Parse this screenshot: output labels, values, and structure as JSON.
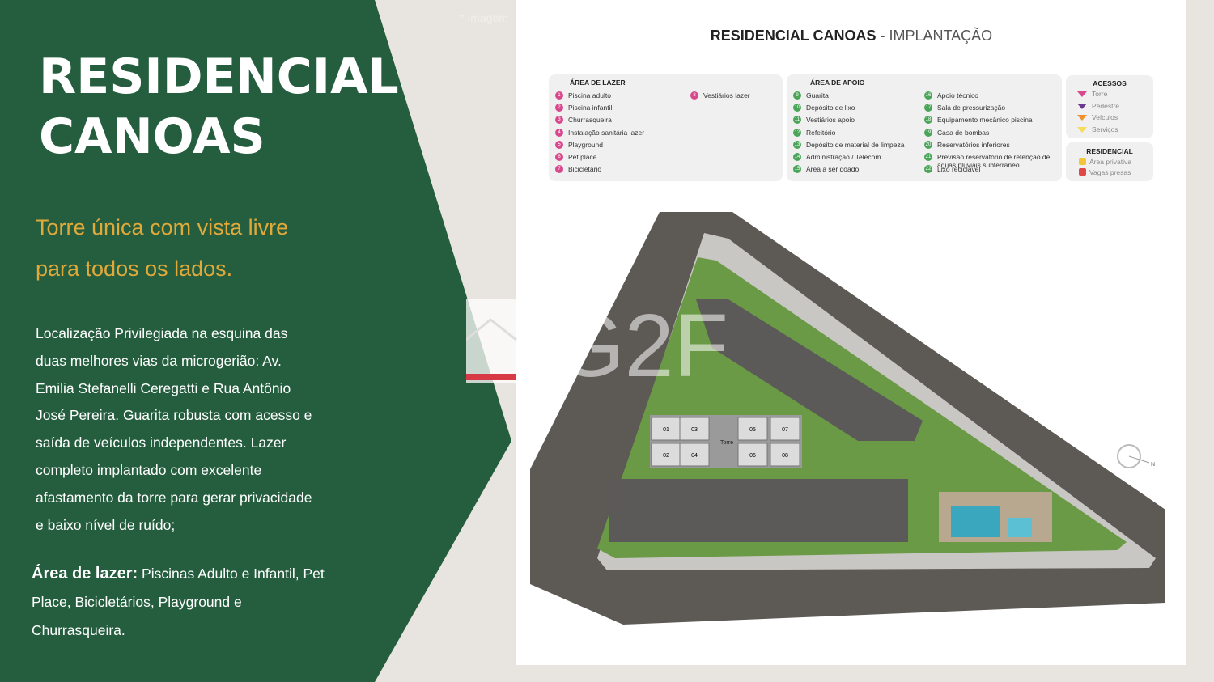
{
  "left_panel": {
    "title_line1": "RESIDENCIAL",
    "title_line2": "CANOAS",
    "subtitle_line1": "Torre única com vista livre",
    "subtitle_line2": "para todos os lados.",
    "description": "Localização Privilegiada na esquina das duas melhores vias da microgerião: Av. Emilia Stefanelli Ceregatti e Rua Antônio José Pereira. Guarita robusta com acesso e saída de veículos independentes. Lazer completo implantado com excelente afastamento da torre para gerar privacidade e baixo nível de ruído;",
    "lazer_label": "Área de lazer:",
    "lazer_text": " Piscinas Adulto e Infantil,  Pet Place, Bicicletários, Playground e Churrasqueira."
  },
  "image_note": "* Imagem",
  "card": {
    "title_bold": "RESIDENCIAL CANOAS",
    "title_sep": " - ",
    "title_light": "IMPLANTAÇÃO"
  },
  "legend": {
    "lazer": {
      "heading": "ÁREA DE LAZER",
      "items": [
        {
          "n": "1",
          "label": "Piscina adulto"
        },
        {
          "n": "2",
          "label": "Piscina infantil"
        },
        {
          "n": "3",
          "label": "Churrasqueira"
        },
        {
          "n": "4",
          "label": "Instalação sanitária lazer"
        },
        {
          "n": "5",
          "label": "Playground"
        },
        {
          "n": "6",
          "label": "Pet place"
        },
        {
          "n": "7",
          "label": "Bicicletário"
        },
        {
          "n": "8",
          "label": "Vestiários lazer"
        }
      ]
    },
    "apoio": {
      "heading": "ÁREA DE APOIO",
      "items": [
        {
          "n": "9",
          "label": "Guarita"
        },
        {
          "n": "10",
          "label": "Depósito de lixo"
        },
        {
          "n": "11",
          "label": "Vestiários apoio"
        },
        {
          "n": "12",
          "label": "Refeitório"
        },
        {
          "n": "13",
          "label": "Depósito de material de limpeza"
        },
        {
          "n": "14",
          "label": "Administração / Telecom"
        },
        {
          "n": "15",
          "label": "Área a ser doado"
        },
        {
          "n": "16",
          "label": "Apoio técnico"
        },
        {
          "n": "17",
          "label": "Sala de pressurização"
        },
        {
          "n": "18",
          "label": "Equipamento mecânico piscina"
        },
        {
          "n": "19",
          "label": "Casa de bombas"
        },
        {
          "n": "20",
          "label": "Reservatórios inferiores"
        },
        {
          "n": "21",
          "label": "Previsão reservatório de retenção de águas pluviais subterrâneo"
        },
        {
          "n": "22",
          "label": "Lixo reciclável"
        }
      ]
    },
    "acessos": {
      "heading": "ACESSOS",
      "items": [
        {
          "label": "Torre",
          "color": "#d8488c"
        },
        {
          "label": "Pedestre",
          "color": "#6b3a8e"
        },
        {
          "label": "Veículos",
          "color": "#ef8f2e"
        },
        {
          "label": "Serviços",
          "color": "#f5dc5a"
        }
      ]
    },
    "residencial": {
      "heading": "RESIDENCIAL",
      "items": [
        {
          "label": "Área privativa",
          "color": "#f2c53a"
        },
        {
          "label": "Vagas presas",
          "color": "#e04848"
        }
      ]
    }
  },
  "plan": {
    "units": [
      "01",
      "02",
      "03",
      "04",
      "05",
      "06",
      "07",
      "08"
    ],
    "tower_label": "Torre",
    "north_label": "N"
  },
  "watermark": "G2F",
  "colors": {
    "green": "#255e3e",
    "gold": "#e0a93a"
  }
}
